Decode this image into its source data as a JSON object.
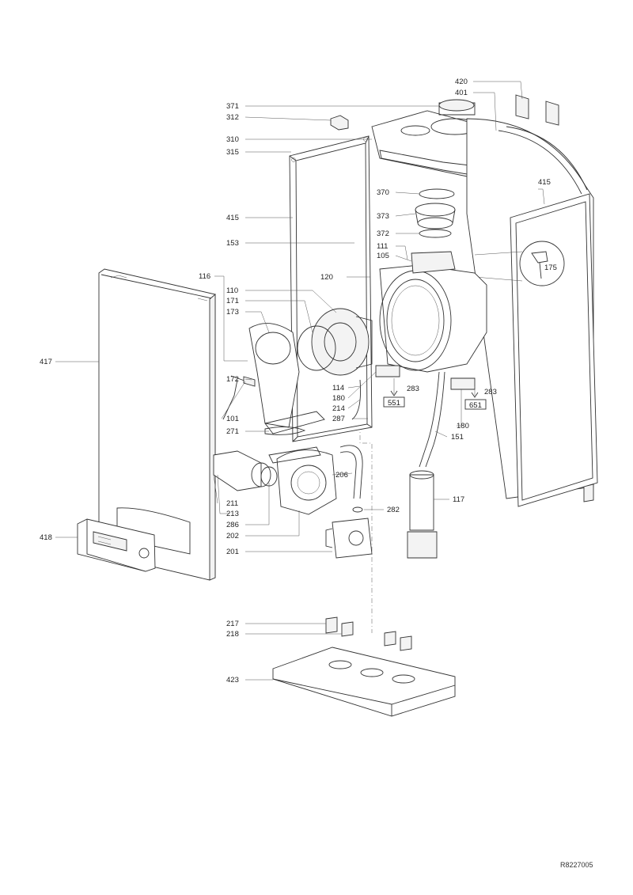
{
  "callouts": {
    "c420": "420",
    "c401": "401",
    "c371": "371",
    "c312": "312",
    "c310": "310",
    "c315": "315",
    "c370": "370",
    "c415a": "415",
    "c415b": "415",
    "c373": "373",
    "c153": "153",
    "c372": "372",
    "c111": "111",
    "c105": "105",
    "c175": "175",
    "c116": "116",
    "c120": "120",
    "c110": "110",
    "c171": "171",
    "c173": "173",
    "c417": "417",
    "c172": "172",
    "c114": "114",
    "c180a": "180",
    "c214": "214",
    "c283a": "283",
    "c283b": "283",
    "c101": "101",
    "c287": "287",
    "c271": "271",
    "c180b": "180",
    "c151": "151",
    "c206": "206",
    "c211": "211",
    "c117": "117",
    "c282": "282",
    "c213": "213",
    "c286": "286",
    "c202": "202",
    "c418": "418",
    "c201": "201",
    "c217": "217",
    "c218": "218",
    "c423": "423"
  },
  "boxes": {
    "b551": "551",
    "b651": "651"
  },
  "drawing_ref": "R8227005"
}
